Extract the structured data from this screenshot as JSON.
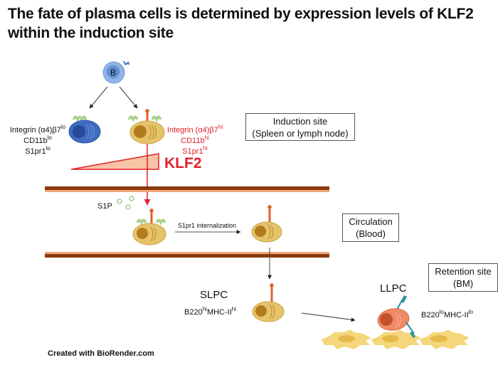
{
  "title": "The fate of plasma cells is determined by expression levels of KLF2 within the induction site",
  "b_cell": {
    "label": "B"
  },
  "left_cell": {
    "markers": [
      {
        "name": "Integrin (α4)β7",
        "level": "lo"
      },
      {
        "name": "CD11b",
        "level": "lo"
      },
      {
        "name": "S1pr1",
        "level": "lo"
      }
    ]
  },
  "right_cell": {
    "markers": [
      {
        "name": "Integrin (α4)β7",
        "level": "hi"
      },
      {
        "name": "CD11b",
        "level": "hi"
      },
      {
        "name": "S1pr1",
        "level": "hi"
      }
    ]
  },
  "gradient_label": "KLF2",
  "sites": {
    "induction": {
      "line1": "Induction site",
      "line2": "(Spleen or lymph node)"
    },
    "circulation": {
      "line1": "Circulation",
      "line2": "(Blood)"
    },
    "retention": {
      "line1": "Retention site",
      "line2": "(BM)"
    }
  },
  "s1p_label": "S1P",
  "internalization_label": "S1pr1 internalization",
  "slpc": {
    "label": "SLPC",
    "markers": [
      {
        "name": "B220",
        "level": "hi"
      },
      {
        "name": "MHC-II",
        "level": "hi"
      }
    ]
  },
  "llpc": {
    "label": "LLPC",
    "markers": [
      {
        "name": "B220",
        "level": "lo"
      },
      {
        "name": "MHC-II",
        "level": "lo"
      }
    ]
  },
  "footer": "Created with BioRender.com",
  "colors": {
    "accent_red": "#e0202a",
    "vessel_dark": "#8b3a0e",
    "vessel_light": "#f2a779",
    "plasma_cell": "#e6c36a",
    "lo_cell": "#3e6cc0",
    "llpc": "#ef8a67",
    "stromal": "#f4d77a"
  }
}
